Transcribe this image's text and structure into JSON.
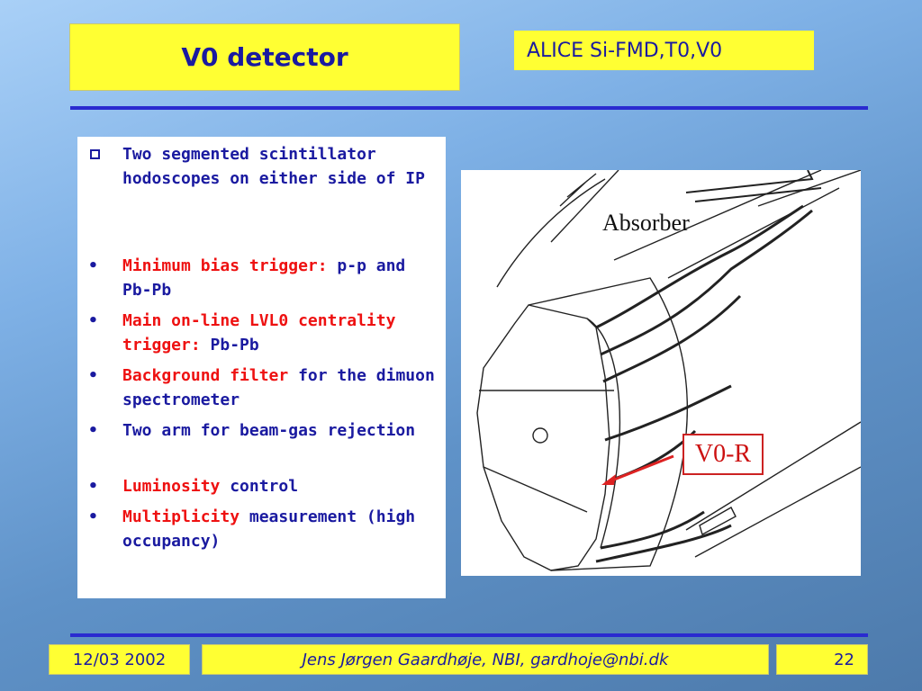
{
  "header": {
    "title": "V0 detector",
    "tag": "ALICE Si-FMD,T0,V0"
  },
  "content": {
    "items": [
      {
        "marker": "square",
        "text": "Two segmented scintillator hodoscopes on either side of IP"
      },
      {
        "marker": "•",
        "highlight": "Minimum bias trigger:",
        "rest": " p-p and Pb-Pb"
      },
      {
        "marker": "•",
        "highlight": "Main on-line LVL0 centrality trigger:",
        "rest": " Pb-Pb"
      },
      {
        "marker": "•",
        "highlight": "Background filter",
        "rest": " for the dimuon spectrometer"
      },
      {
        "marker": "•",
        "text": "Two arm for beam-gas rejection"
      },
      {
        "marker": "•",
        "highlight": "Luminosity",
        "rest": " control"
      },
      {
        "marker": "•",
        "highlight": "Multiplicity",
        "rest": " measurement (high occupancy)"
      }
    ]
  },
  "figure": {
    "absorber_label": "Absorber",
    "v0r_label": "V0-R",
    "arrow_color": "#dd2222"
  },
  "footer": {
    "date": "12/03 2002",
    "author": "Jens Jørgen Gaardhøje, NBI, gardhoje@nbi.dk",
    "page": "22"
  },
  "colors": {
    "accent_yellow": "#ffff33",
    "text_blue": "#1a1aa0",
    "highlight_red": "#ee1111",
    "rule_blue": "#2a2ad0"
  }
}
